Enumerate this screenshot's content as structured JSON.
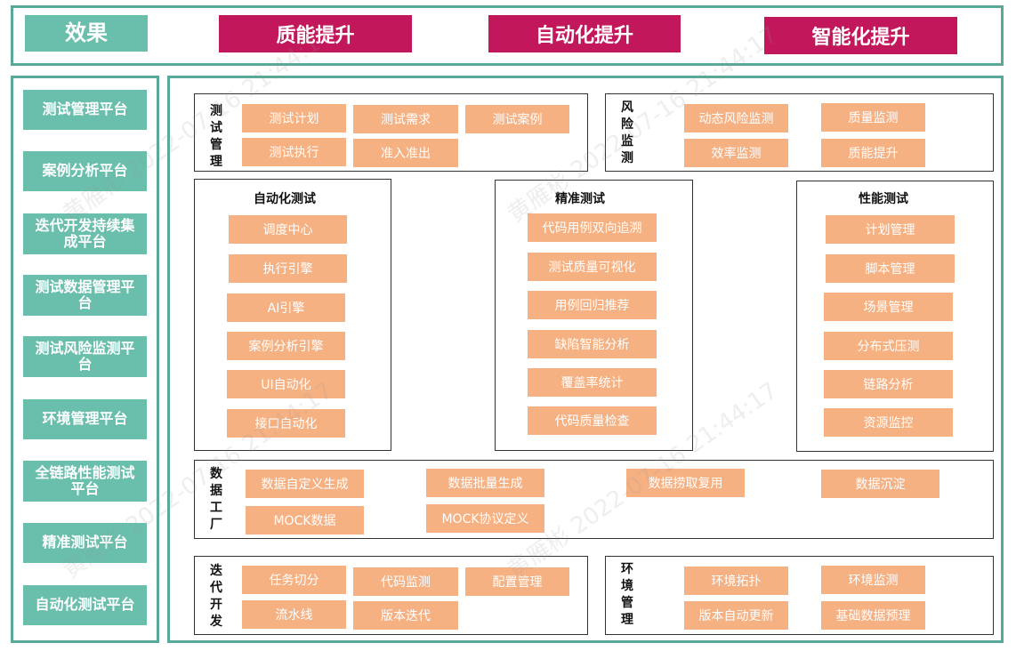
{
  "top": {
    "label": "效果",
    "effects": [
      "质能提升",
      "自动化提升",
      "智能化提升"
    ]
  },
  "sidebar": [
    "测试管理平台",
    "案例分析平台",
    "迭代开发持续集成平台",
    "测试数据管理平台",
    "测试风险监测平台",
    "环境管理平台",
    "全链路性能测试平台",
    "精准测试平台",
    "自动化测试平台"
  ],
  "test_mgmt": {
    "title": "测试管理",
    "items": [
      "测试计划",
      "测试需求",
      "测试案例",
      "测试执行",
      "准入准出"
    ]
  },
  "risk": {
    "title": "风险监测",
    "items": [
      "动态风险监测",
      "质量监测",
      "效率监测",
      "质能提升"
    ]
  },
  "automation": {
    "title": "自动化测试",
    "items": [
      "调度中心",
      "执行引擎",
      "AI引擎",
      "案例分析引擎",
      "UI自动化",
      "接口自动化"
    ]
  },
  "precision": {
    "title": "精准测试",
    "items": [
      "代码用例双向追溯",
      "测试质量可视化",
      "用例回归推荐",
      "缺陷智能分析",
      "覆盖率统计",
      "代码质量检查"
    ]
  },
  "performance": {
    "title": "性能测试",
    "items": [
      "计划管理",
      "脚本管理",
      "场景管理",
      "分布式压测",
      "链路分析",
      "资源监控"
    ]
  },
  "data_factory": {
    "title": "数据工厂",
    "items": [
      "数据自定义生成",
      "数据批量生成",
      "数据捞取复用",
      "数据沉淀",
      "MOCK数据",
      "MOCK协议定义"
    ]
  },
  "iteration": {
    "title": "迭代开发",
    "items": [
      "任务切分",
      "代码监测",
      "配置管理",
      "流水线",
      "版本迭代"
    ]
  },
  "environment": {
    "title": "环境管理",
    "items": [
      "环境拓扑",
      "环境监测",
      "版本自动更新",
      "基础数据预理"
    ]
  },
  "watermark": "黄雁彬 2022-07-16 21:44:17"
}
